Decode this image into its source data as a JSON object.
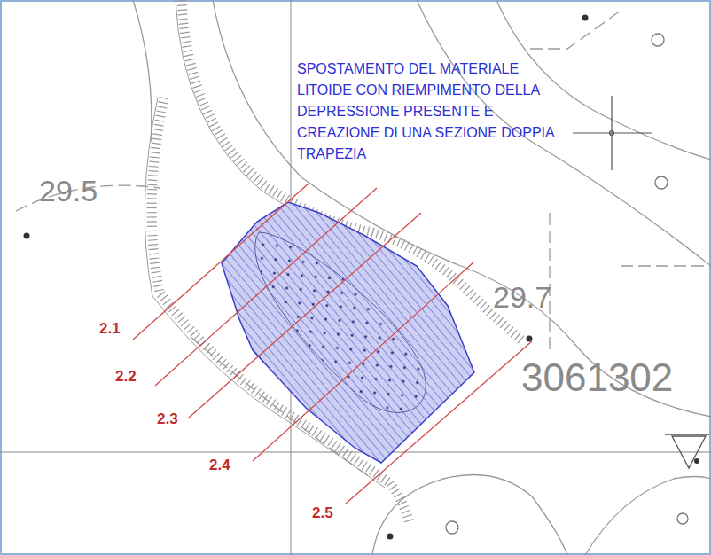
{
  "diagram": {
    "labels": [
      "SPOSTAMENTO DEL MATERIALE LITOIDE CON RIEMPIMENTO DELLA DEPRESSIONE PRESENTE E CREAZIONE DI UNA SEZIONE DOPPIA TRAPEZIA",
      "29.5",
      "29.7",
      "3061302",
      "2.1",
      "2.2",
      "2.3",
      "2.4",
      "2.5"
    ]
  }
}
